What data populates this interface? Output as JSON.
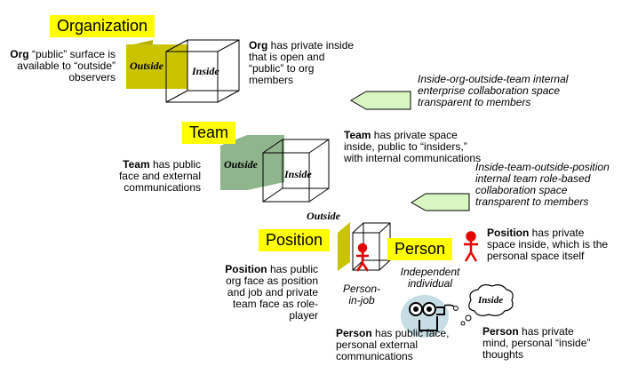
{
  "organization": {
    "label": "Organization",
    "left": {
      "strong": "Org",
      "rest": " “public” surface is available to “outside” observers"
    },
    "right": {
      "strong": "Org",
      "rest": " has private inside that is open and “public” to org members"
    },
    "cube_outside": "Outside",
    "cube_inside": "Inside"
  },
  "callout_org": "Inside-org-outside-team internal enterprise collaboration space transparent to members",
  "team": {
    "label": "Team",
    "left": {
      "strong": "Team",
      "rest": " has public face and external communications"
    },
    "right": {
      "strong": "Team",
      "rest": " has private space inside, public to “insiders,” with internal communications"
    },
    "cube_outside": "Outside",
    "cube_inside": "Inside"
  },
  "callout_team": "Inside-team-outside-position internal team role-based collaboration space transparent to members",
  "position": {
    "label": "Position",
    "outside": "Outside",
    "left": {
      "strong": "Position",
      "rest": " has public org face as position and job and private team face as role-player"
    },
    "person_in_job": "Person-in-job"
  },
  "person": {
    "label": "Person",
    "independent": "Independent individual",
    "right": {
      "strong": "Position",
      "rest": " has private space inside, which is the personal space itself"
    },
    "bottom_left": {
      "strong": "Person",
      "rest": " has public face, personal external communications"
    },
    "bottom_right": {
      "strong": "Person",
      "rest": " has private mind, personal “inside” thoughts"
    },
    "thought_inside": "Inside"
  },
  "colors": {
    "org_face": "#c9c300",
    "team_face": "#8fb58c",
    "label_bg": "#ffff00",
    "arrow_fill": "#d9f5c2",
    "stick_figure": "#e60000",
    "blob": "#c5dde3"
  }
}
